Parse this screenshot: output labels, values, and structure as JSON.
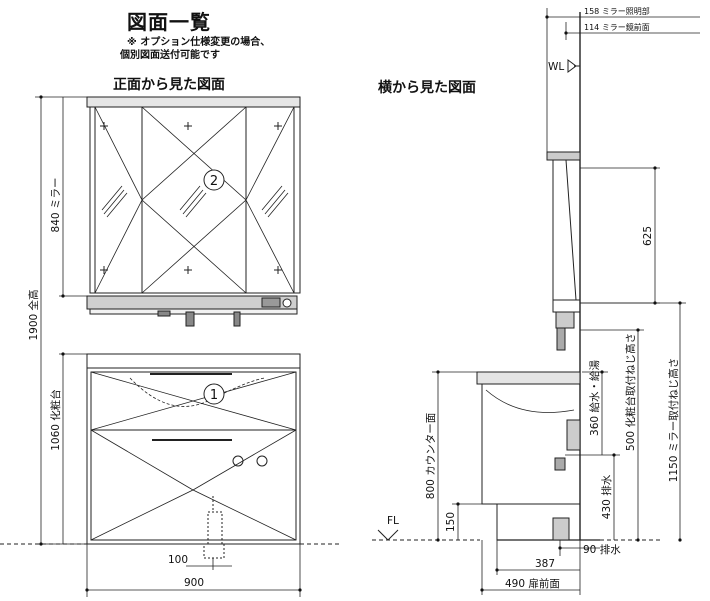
{
  "header": {
    "title": "図面一覧",
    "note_line1": "※ オプション仕様変更の場合、",
    "note_line2": "個別図面送付可能です"
  },
  "front_view": {
    "title": "正面から見た図面",
    "dims": {
      "height_total": "1900 全高",
      "mirror_height": "840 ミラー",
      "counter_height": "1060 化粧台",
      "width_total": "900",
      "drain_offset": "100"
    },
    "callouts": {
      "mirror": "2",
      "vanity": "1"
    }
  },
  "side_view": {
    "title": "横から見た図面",
    "labels": {
      "wl": "WL",
      "fl": "FL"
    },
    "dims": {
      "mirror_light_depth": "158 ミラー照明部",
      "mirror_front_depth": "114 ミラー鏡前面",
      "mirror_height": "625",
      "supply_drain": "360 給水・給湯",
      "vanity_mount_height": "500 化粧台取付ねじ高さ",
      "mirror_mount_height": "1150 ミラー取付ねじ高さ",
      "counter_surface": "800 カウンター面",
      "drain_height": "430 排水",
      "plinth": "150",
      "drain_offset": "90 排水",
      "depth_387": "387",
      "door_front_depth": "490 扉前面"
    }
  }
}
